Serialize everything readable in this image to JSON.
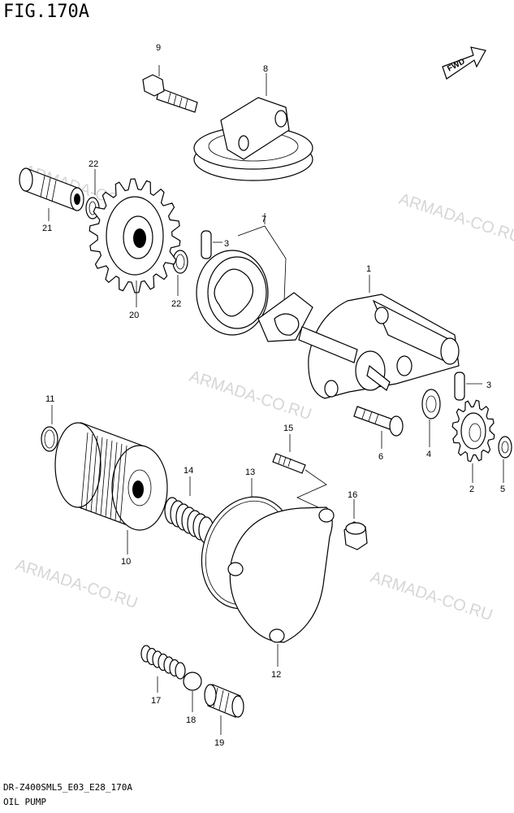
{
  "figure": {
    "title": "FIG.170A",
    "footer_code": "DR-Z400SML5_E03_E28_170A",
    "footer_name": "OIL PUMP",
    "direction_label": "FWD"
  },
  "watermarks": [
    "ARMADA-CO.RU",
    "ARMADA-CO.RU",
    "ARMADA-CO.RU",
    "ARMADA-CO.RU",
    "ARMADA-CO.RU"
  ],
  "callouts": {
    "c1": "1",
    "c2": "2",
    "c3a": "3",
    "c3b": "3",
    "c4": "4",
    "c5": "5",
    "c6": "6",
    "c7": "7",
    "c8": "8",
    "c9": "9",
    "c10": "10",
    "c11": "11",
    "c12": "12",
    "c13": "13",
    "c14": "14",
    "c15": "15",
    "c16": "16",
    "c17": "17",
    "c18": "18",
    "c19": "19",
    "c20": "20",
    "c21": "21",
    "c22a": "22",
    "c22b": "22"
  },
  "colors": {
    "line": "#000000",
    "watermark": "#d6d6d6",
    "background": "#ffffff"
  }
}
